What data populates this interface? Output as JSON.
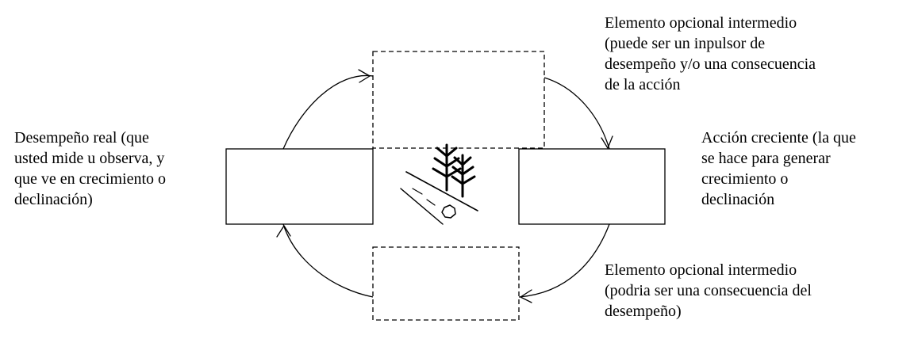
{
  "labels": {
    "left": [
      "Desempeño real (que",
      "usted mide u observa, y",
      "que ve en crecimiento o",
      "declinación)"
    ],
    "right": [
      "Acción creciente (la que",
      "se hace para generar",
      "crecimiento o",
      "declinación"
    ],
    "top": [
      "Elemento opcional intermedio",
      "(puede ser un inpulsor de",
      "desempeño y/o una consecuencia",
      "de la acción"
    ],
    "bottom": [
      "Elemento opcional intermedio",
      "(podria ser una consecuencia del",
      "desempeño)"
    ]
  },
  "icons": {
    "center": "trees-on-slope-with-rolling-boulder-icon"
  },
  "colors": {
    "stroke": "#000000",
    "background": "#ffffff"
  }
}
